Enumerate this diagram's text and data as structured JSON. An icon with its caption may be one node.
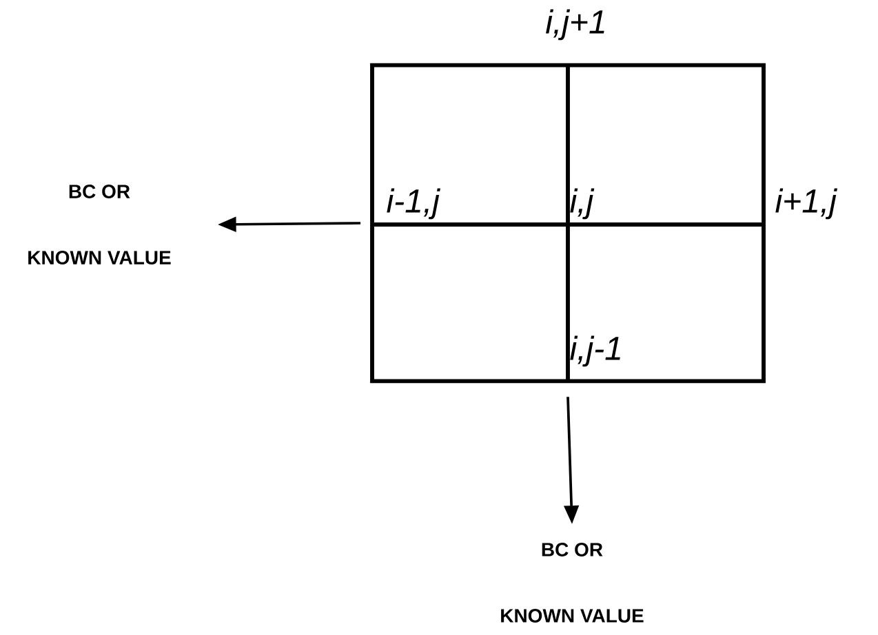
{
  "diagram": {
    "nodes": [
      {
        "text": [],
        "shape": "box"
      },
      {
        "text": [
          "BC OR",
          "KNOWN VALUE"
        ]
      },
      {
        "text": [
          "BC OR",
          "KNOWN VALUE"
        ]
      }
    ],
    "edges": [
      {
        "from": 0,
        "to": 1,
        "arrow": "to"
      },
      {
        "from": 0,
        "to": 2,
        "arrow": "to"
      }
    ],
    "labels": [
      "i,j+1",
      "i-1,j",
      "i,j",
      "i+1,j",
      "i,j-1"
    ]
  }
}
